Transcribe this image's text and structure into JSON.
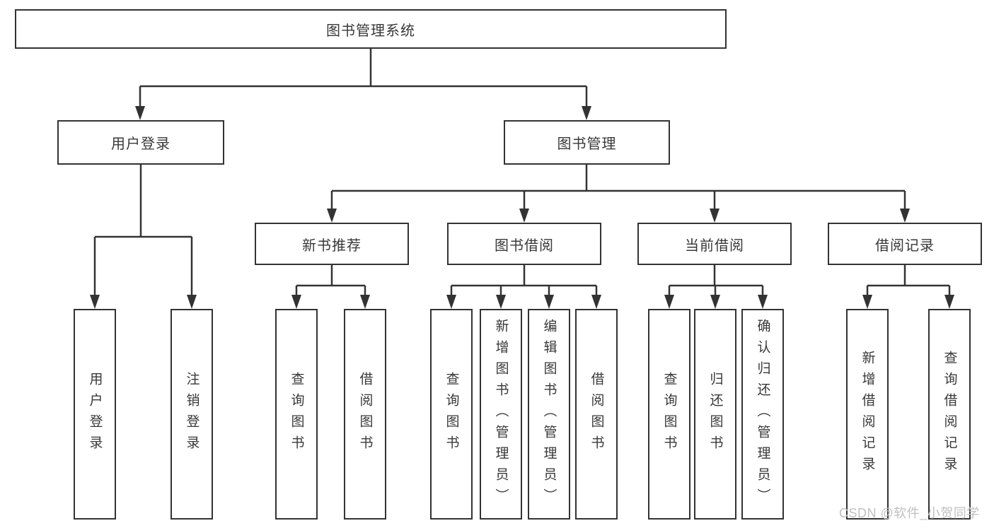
{
  "diagram": {
    "root": {
      "label": "图书管理系统"
    },
    "branches": [
      {
        "label": "用户登录",
        "children": [
          {
            "label": "用户登录"
          },
          {
            "label": "注销登录"
          }
        ]
      },
      {
        "label": "图书管理",
        "sections": [
          {
            "label": "新书推荐",
            "children": [
              {
                "label": "查询图书"
              },
              {
                "label": "借阅图书"
              }
            ]
          },
          {
            "label": "图书借阅",
            "children": [
              {
                "label": "查询图书"
              },
              {
                "label": "新增图书（管理员）"
              },
              {
                "label": "编辑图书（管理员）"
              },
              {
                "label": "借阅图书"
              }
            ]
          },
          {
            "label": "当前借阅",
            "children": [
              {
                "label": "查询图书"
              },
              {
                "label": "归还图书"
              },
              {
                "label": "确认归还（管理员）"
              }
            ]
          },
          {
            "label": "借阅记录",
            "children": [
              {
                "label": "新增借阅记录"
              },
              {
                "label": "查询借阅记录"
              }
            ]
          }
        ]
      }
    ]
  },
  "watermark": {
    "label": "CSDN @软件_小贺同学"
  },
  "colors": {
    "line": "#333333",
    "text": "#383838",
    "watermark": "#c0c0c0",
    "background": "#ffffff"
  }
}
